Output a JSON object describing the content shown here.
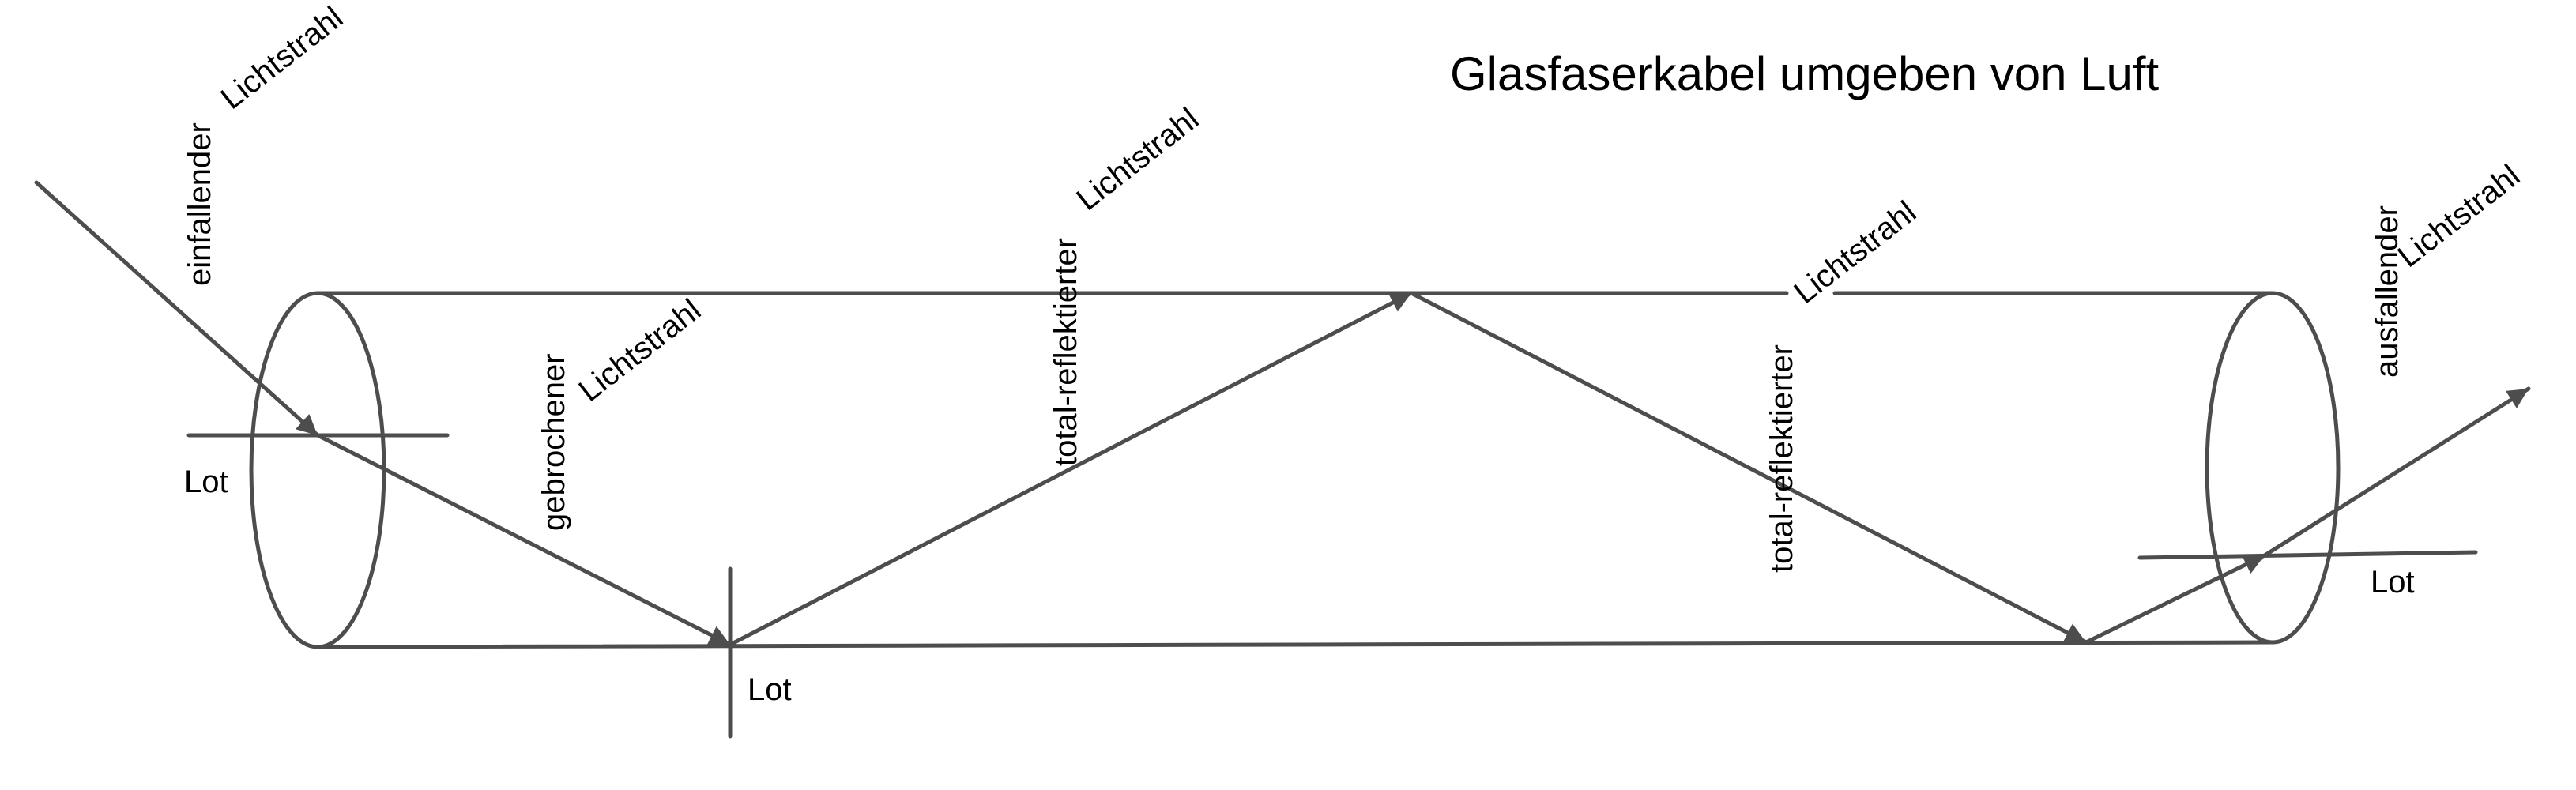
{
  "title": "Glasfaserkabel umgeben von Luft",
  "stroke_color": "#4d4d4d",
  "text_color": "#000000",
  "background": "#ffffff",
  "labels": {
    "incident_word1": "einfallender",
    "incident_word2": "Lichtstrahl",
    "refracted_word1": "gebrochener",
    "refracted_word2": "Lichtstrahl",
    "reflected1_word1": "total-reflektierter",
    "reflected1_word2": "Lichtstrahl",
    "reflected2_word1": "total-reflektierter",
    "reflected2_word2": "Lichtstrahl",
    "exit_word1": "ausfallender",
    "exit_word2": "Lichtstrahl",
    "normal_left": "Lot",
    "normal_middle": "Lot",
    "normal_right": "Lot"
  }
}
